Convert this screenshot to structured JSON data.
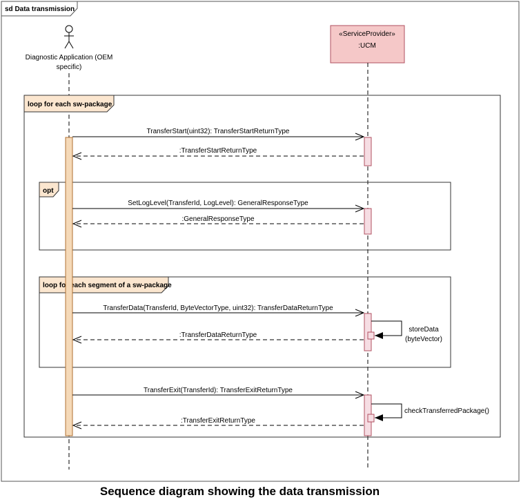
{
  "frame": {
    "title": "sd Data transmission"
  },
  "lifelines": {
    "actor": {
      "name_line1": "Diagnostic Application (OEM",
      "name_line2": "specific)"
    },
    "service": {
      "stereotype": "«ServiceProvider»",
      "name": ":UCM"
    }
  },
  "fragments": {
    "loop_outer": {
      "label": "loop for each sw-package"
    },
    "opt": {
      "label": "opt"
    },
    "loop_inner": {
      "label": "loop for each segment of a sw-package"
    }
  },
  "messages": [
    {
      "text": "TransferStart(uint32): TransferStartReturnType"
    },
    {
      "text": ":TransferStartReturnType"
    },
    {
      "text": "SetLogLevel(TransferId, LogLevel): GeneralResponseType"
    },
    {
      "text": ":GeneralResponseType"
    },
    {
      "text": "TransferData(TransferId, ByteVectorType, uint32): TransferDataReturnType"
    },
    {
      "text": ":TransferDataReturnType"
    },
    {
      "text": "TransferExit(TransferId): TransferExitReturnType"
    },
    {
      "text": ":TransferExitReturnType"
    }
  ],
  "self_calls": {
    "store_line1": "storeData",
    "store_line2": "(byteVector)",
    "check": "checkTransferredPackage()"
  },
  "caption": "Sequence diagram showing the data transmission",
  "colors": {
    "actor_activation": "#f5d9b8",
    "service_activation": "#f6dde3",
    "service_head": "#f5c8c8",
    "fragment_tab": "#fbe6cf"
  }
}
